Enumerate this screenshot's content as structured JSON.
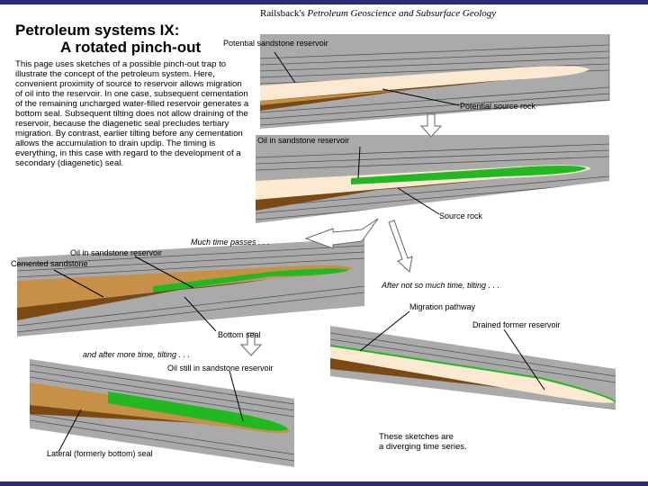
{
  "header": {
    "credit_author": "Railsback's",
    "credit_title": "Petroleum Geoscience and Subsurface Geology"
  },
  "title": {
    "line1": "Petroleum systems IX:",
    "line2": "A rotated pinch-out"
  },
  "intro_text": "This page uses sketches of a possible pinch-out trap to illustrate the concept of the petroleum system. Here, convenient proximity of source to reservoir allows migration of oil into the reservoir. In one case, subsequent cementation of the remaining uncharged water-filled reservoir generates a bottom seal. Subsequent tilting does not allow draining of the reservoir, because the diagenetic seal precludes tertiary migration. By contrast, earlier tilting before any cementation allows the accumulation to drain updip. The timing is everything, in this case with regard to the development of a secondary (diagenetic) seal.",
  "labels": {
    "potential_sandstone_reservoir": "Potential sandstone reservoir",
    "potential_source_rock": "Potential source rock",
    "oil_in_sandstone_reservoir_1": "Oil in sandstone reservoir",
    "source_rock": "Source rock",
    "much_time_passes": "Much time passes . . .",
    "oil_in_sandstone_reservoir_2": "Oil in sandstone reservoir",
    "cemented_sandstone": "Cemented sandstone",
    "bottom_seal": "Bottom seal",
    "after_not_so_much_time": "After not so much time, tilting . . .",
    "migration_pathway": "Migration pathway",
    "drained_former_reservoir": "Drained former reservoir",
    "after_more_time": "and after more time, tilting . . .",
    "oil_still_in_reservoir": "Oil still in sandstone reservoir",
    "lateral_seal": "Lateral (formerly bottom) seal"
  },
  "footer_note": {
    "line1": "These sketches are",
    "line2": "a diverging time series."
  },
  "colors": {
    "shale": "#aaaaaa",
    "shale_lines": "#555555",
    "sandstone": "#fbe9d2",
    "cemented_sandstone": "#c69047",
    "source_rock": "#7a4a12",
    "oil": "#22b822",
    "frame_bar": "#2b2b7a"
  }
}
